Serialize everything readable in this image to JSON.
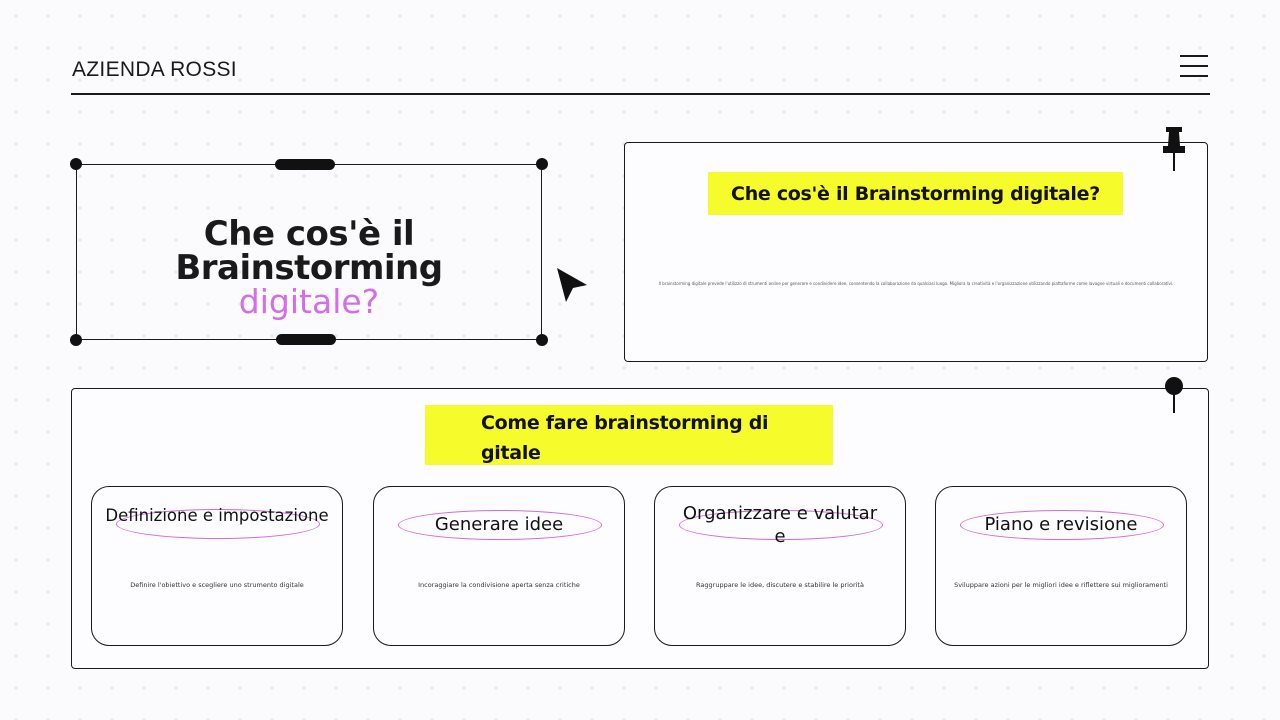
{
  "header": {
    "brand": "AZIENDA ROSSI",
    "menu_icon": "hamburger-menu-icon"
  },
  "title_box": {
    "line1": "Che cos'è il Brainstorming",
    "line2": "digitale?"
  },
  "pointer_icon": "cursor-arrow-icon",
  "definition_card": {
    "heading": "Che cos'è il Brainstorming digitale?",
    "body": "Il brainstorming digitale prevede l'utilizzo di strumenti online per generare e condividere idee, consentendo la collaborazione da qualsiasi luogo. Migliora la creatività e l'organizzazione utilizzando piattaforme come lavagne virtuali e documenti collaborativi.",
    "pin_icon": "pushpin-icon"
  },
  "steps_panel": {
    "heading": "Come fare brainstorming digitale",
    "pin_icon": "map-pin-icon",
    "steps": [
      {
        "title": "Definizione e impostazione",
        "description": "Definire l'obiettivo e scegliere uno strumento digitale"
      },
      {
        "title": "Generare idee",
        "description": "Incoraggiare la condivisione aperta senza critiche"
      },
      {
        "title": "Organizzare e valutare",
        "description": "Raggruppare le idee, discutere e stabilire le priorità"
      },
      {
        "title": "Piano e revisione",
        "description": "Sviluppare azioni per le migliori idee e riflettere sui miglioramenti"
      }
    ]
  },
  "colors": {
    "highlight": "#f6fb2c",
    "accent": "#d46ee8",
    "ink": "#111111"
  }
}
